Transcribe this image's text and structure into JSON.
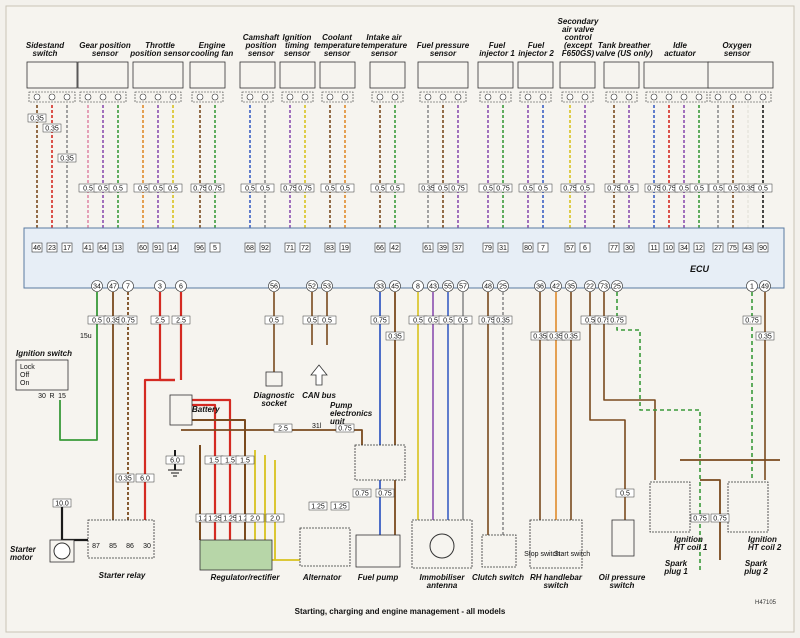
{
  "caption": "Starting, charging and engine management - all models",
  "ref": "H47105",
  "ecu_label": "ECU",
  "top_components": [
    {
      "id": "sidestand",
      "lines": [
        "Sidestand",
        "switch"
      ]
    },
    {
      "id": "gear",
      "lines": [
        "Gear position",
        "sensor"
      ]
    },
    {
      "id": "throttle",
      "lines": [
        "Throttle",
        "position sensor"
      ]
    },
    {
      "id": "fan",
      "lines": [
        "Engine",
        "cooling fan"
      ]
    },
    {
      "id": "cam",
      "lines": [
        "Camshaft",
        "position",
        "sensor"
      ]
    },
    {
      "id": "ign_timing",
      "lines": [
        "Ignition",
        "timing",
        "sensor"
      ]
    },
    {
      "id": "coolant",
      "lines": [
        "Coolant",
        "temperature",
        "sensor"
      ]
    },
    {
      "id": "intake",
      "lines": [
        "Intake air",
        "temperature",
        "sensor"
      ]
    },
    {
      "id": "fuel_press",
      "lines": [
        "Fuel pressure",
        "sensor"
      ]
    },
    {
      "id": "inj1",
      "lines": [
        "Fuel",
        "injector 1"
      ]
    },
    {
      "id": "inj2",
      "lines": [
        "Fuel",
        "injector 2"
      ]
    },
    {
      "id": "sec_air",
      "lines": [
        "Secondary",
        "air valve",
        "control",
        "(except",
        "F650GS)"
      ]
    },
    {
      "id": "tank",
      "lines": [
        "Tank breather",
        "valve (US only)"
      ]
    },
    {
      "id": "idle",
      "lines": [
        "Idle",
        "actuator"
      ]
    },
    {
      "id": "oxygen",
      "lines": [
        "Oxygen",
        "sensor"
      ]
    }
  ],
  "ecu_pins_top": [
    "46",
    "23",
    "17",
    "41",
    "64",
    "13",
    "60",
    "91",
    "14",
    "96",
    "5",
    "68",
    "92",
    "71",
    "72",
    "83",
    "19",
    "66",
    "42",
    "61",
    "39",
    "37",
    "79",
    "31",
    "80",
    "7",
    "57",
    "6",
    "77",
    "30",
    "11",
    "10",
    "34",
    "12",
    "27",
    "75",
    "43",
    "90"
  ],
  "ecu_pins_bottom": [
    "34",
    "47",
    "7",
    "3",
    "6",
    "56",
    "52",
    "53",
    "33",
    "45",
    "8",
    "43",
    "55",
    "57",
    "48",
    "25",
    "36",
    "42",
    "35",
    "22",
    "73",
    "25",
    "1",
    "49"
  ],
  "bottom_components": [
    {
      "id": "ign_switch",
      "lines": [
        "Ignition switch"
      ]
    },
    {
      "id": "battery",
      "lines": [
        "Battery"
      ]
    },
    {
      "id": "diag",
      "lines": [
        "Diagnostic",
        "socket"
      ]
    },
    {
      "id": "can",
      "lines": [
        "CAN bus"
      ]
    },
    {
      "id": "pump_elec",
      "lines": [
        "Pump",
        "electronics",
        "unit"
      ]
    },
    {
      "id": "starter_motor",
      "lines": [
        "Starter",
        "motor"
      ]
    },
    {
      "id": "starter_relay",
      "lines": [
        "Starter relay"
      ]
    },
    {
      "id": "reg",
      "lines": [
        "Regulator/rectifier"
      ]
    },
    {
      "id": "alt",
      "lines": [
        "Alternator"
      ]
    },
    {
      "id": "fuel_pump",
      "lines": [
        "Fuel pump"
      ]
    },
    {
      "id": "immob",
      "lines": [
        "Immobiliser",
        "antenna"
      ]
    },
    {
      "id": "clutch",
      "lines": [
        "Clutch switch"
      ]
    },
    {
      "id": "rh_bar",
      "lines": [
        "RH handlebar",
        "switch"
      ]
    },
    {
      "id": "oil",
      "lines": [
        "Oil pressure",
        "switch"
      ]
    },
    {
      "id": "coil1",
      "lines": [
        "Ignition",
        "HT coil 1"
      ]
    },
    {
      "id": "coil2",
      "lines": [
        "Ignition",
        "HT coil 2"
      ]
    },
    {
      "id": "plug1",
      "lines": [
        "Spark",
        "plug 1"
      ]
    },
    {
      "id": "plug2",
      "lines": [
        "Spark",
        "plug 2"
      ]
    }
  ],
  "switch_positions": [
    "Lock",
    "Off",
    "On"
  ],
  "switch_terms": [
    "30",
    "R",
    "15"
  ],
  "relay_terms": [
    "87",
    "85",
    "86",
    "30"
  ],
  "stop_switch": "Stop switch",
  "start_switch": "Start switch",
  "gauges": [
    "0.35",
    "0.5",
    "0.75",
    "1.0",
    "1.25",
    "1.5",
    "2.0",
    "2.5",
    "6.0",
    "10.0"
  ],
  "colors": {
    "brown": "#7a4a1e",
    "red": "#d42a22",
    "green": "#3a9a3a",
    "yellow": "#d8c21e",
    "blue": "#3b5fc4",
    "violet": "#8a4fb0",
    "grey": "#8c8c8c",
    "white": "#e8e6de",
    "black": "#1a1a1a",
    "orange": "#e08a2a",
    "pink": "#e08aa8",
    "ecu_fill": "#e7eef6",
    "ecu_stroke": "#5a7aa0"
  },
  "misc": {
    "label_15u": "15u",
    "label_31l": "31l"
  }
}
